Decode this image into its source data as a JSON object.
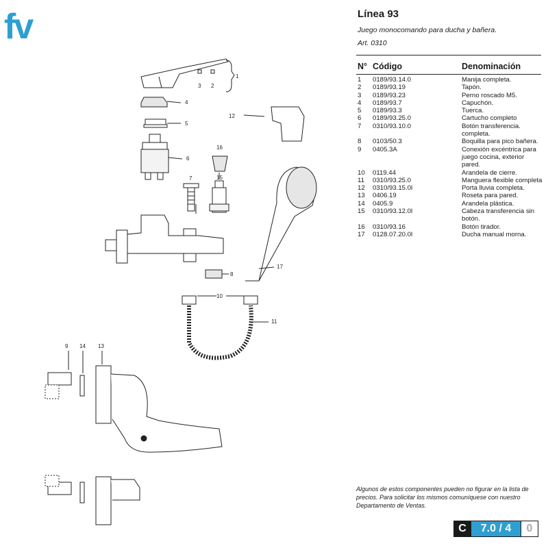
{
  "logo": {
    "text": "fv"
  },
  "header": {
    "title": "Línea 93",
    "subtitle": "Juego monocomando para ducha y bañera.",
    "article": "Art. 0310"
  },
  "parts_table": {
    "columns": [
      "N°",
      "Código",
      "Denominación"
    ],
    "rows": [
      {
        "n": "1",
        "code": "0189/93.14.0",
        "name": "Manija completa."
      },
      {
        "n": "2",
        "code": "0189/93.19",
        "name": "Tapón."
      },
      {
        "n": "3",
        "code": "0189/93.23",
        "name": "Perno roscado M5."
      },
      {
        "n": "4",
        "code": "0189/93.7",
        "name": "Capuchón."
      },
      {
        "n": "5",
        "code": "0189/93.3",
        "name": "Tuerca."
      },
      {
        "n": "6",
        "code": "0189/93.25.0",
        "name": "Cartucho completo"
      },
      {
        "n": "7",
        "code": "0310/93.10.0",
        "name": "Botón transferencia. completa."
      },
      {
        "n": "8",
        "code": "0103/50.3",
        "name": "Boquilla para pico bañera."
      },
      {
        "n": "9",
        "code": "0405.3A",
        "name": "Conexión excéntrica para juego cocina, exterior pared."
      },
      {
        "n": "10",
        "code": "0119.44",
        "name": "Arandela de cierre."
      },
      {
        "n": "11",
        "code": "0310/93.25.0",
        "name": "Manguera flexible completa"
      },
      {
        "n": "12",
        "code": "0310/93.15.0l",
        "name": "Porta lluvia completa."
      },
      {
        "n": "13",
        "code": "0406.19",
        "name": "Roseta para pared."
      },
      {
        "n": "14",
        "code": "0405.9",
        "name": "Arandela plástica."
      },
      {
        "n": "15",
        "code": "0310/93.12.0l",
        "name": "Cabeza transferencia sin botón."
      },
      {
        "n": "16",
        "code": "0310/93.16",
        "name": "Botón tirador."
      },
      {
        "n": "17",
        "code": "0128.07.20.0l",
        "name": "Ducha manual morna."
      }
    ]
  },
  "diagram": {
    "callouts": [
      "1",
      "2",
      "3",
      "4",
      "5",
      "6",
      "7",
      "8",
      "9",
      "10",
      "11",
      "12",
      "13",
      "14",
      "15",
      "16",
      "17"
    ]
  },
  "footer": {
    "note": "Algunos de estos componentes pueden no figurar en la lista de precios. Para solicitar los mismos comuníquese con nuestro Departamento de Ventas.",
    "badge_letter": "C",
    "badge_value": "7.0 / 4",
    "badge_suffix": "0"
  },
  "colors": {
    "brand": "#2f9fd2",
    "ink": "#1a1a1a"
  }
}
